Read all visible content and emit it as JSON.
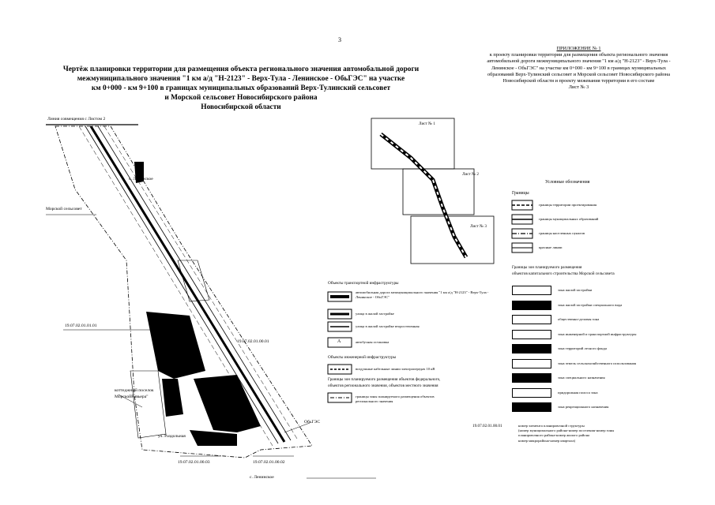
{
  "page_number": "3",
  "title_lines": [
    "Чертёж планировки территории для размещения объекта регионального значения автомобальной дороги",
    "межмуниципального значения \"1 км а/д \"Н-2123\" - Верх-Тула - Ленинское - ОбьГЭС\" на участке",
    "км 0+000 - км 9+100 в границах муниципальных образований Верх-Тулинский сельсовет",
    "и Морской сельсовет Новосибирского района",
    "Новосибирской области"
  ],
  "appendix_lines": [
    "ПРИЛОЖЕНИЕ № 1",
    "к проекту планировки территории для размещения объекта регионального значения",
    "автомобильной дороги межмуниципального значения \"1 км а/д \"Н-2123\" - Верх-Тула -",
    "Ленинское - ОбьГЭС\" на участке км 0+000 - км 9+100 в границах муниципальных",
    "образований Верх-Тулинский сельсовет и Морской сельсовет Новосибирского района",
    "Новосибирской области и проекту межевания территории в его составе",
    "Лист № 3"
  ],
  "map_labels": {
    "match_line": "Линия совмещения с Листом 2",
    "village_top": "с. Ленинское",
    "morskoy": "Морской сельсовет",
    "code_left": "19.07.02.01.01.01",
    "code_mid": "19.07.02.01.00.01",
    "cottage": "коттеджный поселок",
    "cottage2": "МорскойРивьера\"",
    "street": "ул. Раздольная",
    "obges": "ОбьГЭС",
    "code_bl": "19.07.02.01.00.03",
    "code_br": "19.07.02.01.00.02",
    "village_bottom": "с. Ленинское"
  },
  "key_map": {
    "sheet1": "Лист № 1",
    "sheet2": "Лист № 2",
    "sheet3": "Лист № 3"
  },
  "legend": {
    "title": "Условные обозначения",
    "borders_heading": "Границы",
    "borders": [
      "границы территории проектирования",
      "границы муниципальных образований",
      "границы населенных пунктов",
      "красные линии"
    ],
    "zones_heading_1": "Границы зон планируемого размещения",
    "zones_heading_2": "объектов капитального строительства Морской сельсовета",
    "zones": [
      {
        "label": "зона жилой застройки",
        "black": false
      },
      {
        "label": "зона жилой застройки специального вида",
        "black": true
      },
      {
        "label": "общественно-деловая зона",
        "black": false
      },
      {
        "label": "зона инженерной и транспортной инфраструктуры",
        "black": false
      },
      {
        "label": "зона территорий лесного фонда",
        "black": true
      },
      {
        "label": "зона земель сельскохозяйственного использования",
        "black": false
      },
      {
        "label": "зона специального назначения",
        "black": true
      },
      {
        "label": "придорожная полоса зона",
        "black": false
      },
      {
        "label": "зона рекреационного назначения",
        "black": true
      }
    ],
    "transport_heading": "Объекты транспортной инфраструктуры",
    "transport": [
      "автомобильная дорога межмуниципального значения \"1 км а/д \"Н-2123\" - Верх-Тула - Ленинское - ОбьГЭС\"",
      "улица в жилой застройке",
      "улица в жилой застройке второстепенная",
      "автобусная остановка"
    ],
    "engineering_heading": "Объекты инженерной инфраструктуры",
    "engineering": [
      "воздушные кабельные линии электропередач 10 кВ"
    ],
    "boundaries_heading_1": "Границы зон планируемого размещения объектов федерального,",
    "boundaries_heading_2": "объектов регионального значения, объектов местного значения",
    "boundaries": [
      "границы зоны планируемого размещения объектов регионального значения"
    ],
    "code_sample": "19.07.02.01.00.01",
    "code_text": [
      "номер элемента планировочной структуры",
      "(номер муниципального района-номер поселения-номер зоны",
      "планировочного района-номер жилого района",
      "номер микрорайона-номер квартала)"
    ]
  }
}
